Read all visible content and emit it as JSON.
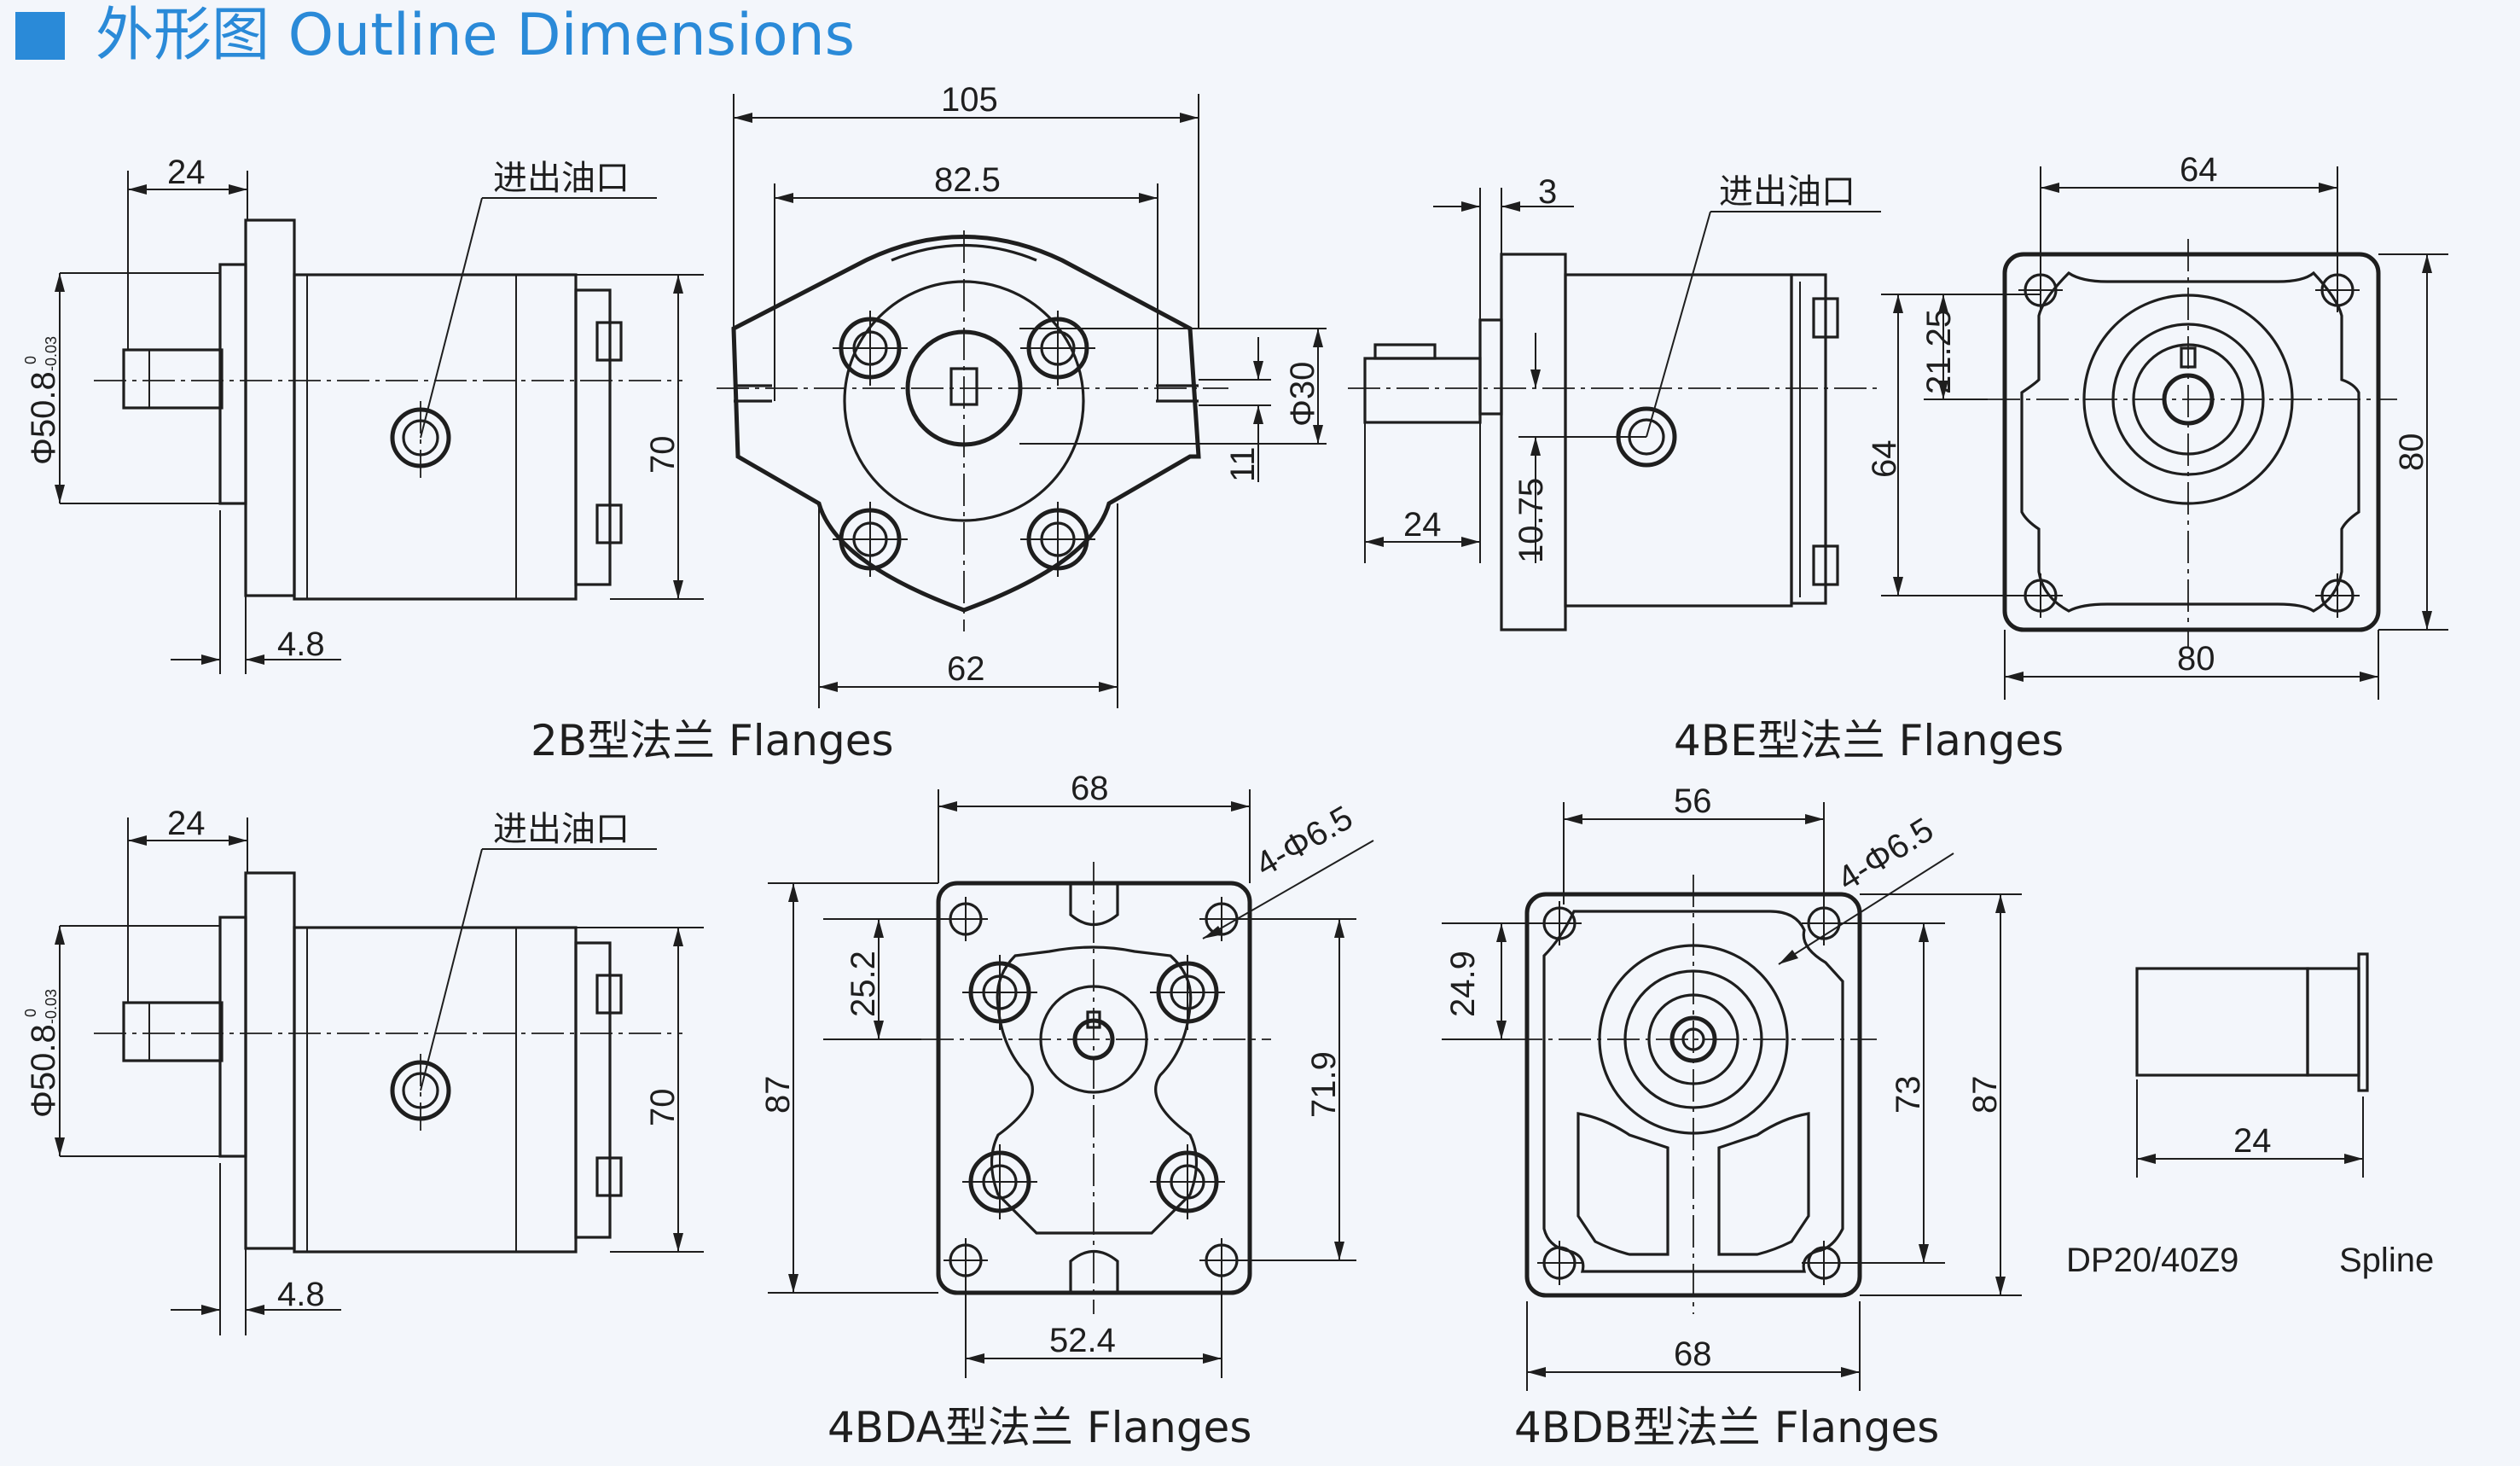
{
  "header": {
    "title": "外形图 Outline Dimensions",
    "accent_color": "#2a8ad8",
    "marker_icon": "blue-square-icon"
  },
  "views": {
    "side_top": {
      "port_label": "进出油口",
      "dim_shaft": "24",
      "dim_pilot": "Φ50.8",
      "tol_upper": "0",
      "tol_lower": "-0.03",
      "dim_height": "70",
      "dim_flange": "4.8"
    },
    "flange_2b": {
      "dim_width": "105",
      "dim_holes": "82.5",
      "dim_bore": "Φ30",
      "dim_slot": "11",
      "dim_base": "62",
      "caption": "2B型法兰 Flanges"
    },
    "side_4be": {
      "port_label": "进出油口",
      "dim_flange": "3",
      "dim_shaft": "24",
      "dim_offset": "10.75"
    },
    "flange_4be": {
      "dim_width_top": "64",
      "dim_half": "21.25",
      "dim_height_left": "64",
      "dim_height_right": "80",
      "dim_width_bottom": "80",
      "caption": "4BE型法兰 Flanges"
    },
    "side_bottom": {
      "port_label": "进出油口",
      "dim_shaft": "24",
      "dim_pilot": "Φ50.8",
      "tol_upper": "0",
      "tol_lower": "-0.03",
      "dim_height": "70",
      "dim_flange": "4.8"
    },
    "flange_4bda": {
      "dim_width": "68",
      "dim_hole_label": "4-Φ6.5",
      "dim_half": "25.2",
      "dim_height": "87",
      "dim_holes_v": "71.9",
      "dim_holes_h": "52.4",
      "caption": "4BDA型法兰 Flanges"
    },
    "flange_4bdb": {
      "dim_holes_h": "56",
      "dim_hole_label": "4-Φ6.5",
      "dim_half": "24.9",
      "dim_holes_v": "73",
      "dim_height": "87",
      "dim_width": "68",
      "caption": "4BDB型法兰 Flanges"
    },
    "spline": {
      "dim_length": "24",
      "code": "DP20/40Z9",
      "label": "Spline"
    }
  }
}
